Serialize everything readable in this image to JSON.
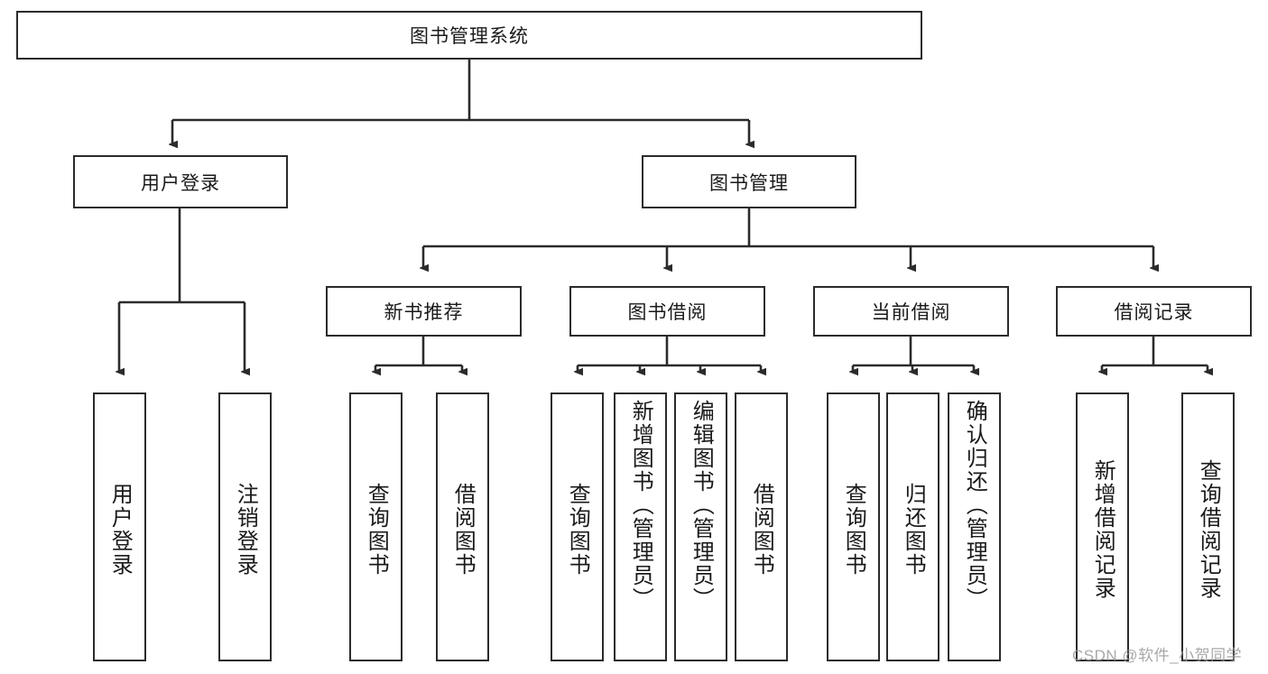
{
  "diagram": {
    "type": "tree",
    "title": "图书管理系统",
    "root": {
      "label": "图书管理系统"
    },
    "level1": [
      {
        "label": "用户登录"
      },
      {
        "label": "图书管理"
      }
    ],
    "level2": [
      {
        "label": "新书推荐"
      },
      {
        "label": "图书借阅"
      },
      {
        "label": "当前借阅"
      },
      {
        "label": "借阅记录"
      }
    ],
    "leaves": {
      "user_login": [
        {
          "label": "用户登录"
        },
        {
          "label": "注销登录"
        }
      ],
      "new_book_recommend": [
        {
          "label": "查询图书"
        },
        {
          "label": "借阅图书"
        }
      ],
      "book_borrow": [
        {
          "label": "查询图书"
        },
        {
          "label": "新增图书（管理员）"
        },
        {
          "label": "编辑图书（管理员）"
        },
        {
          "label": "借阅图书"
        }
      ],
      "current_borrow": [
        {
          "label": "查询图书"
        },
        {
          "label": "归还图书"
        },
        {
          "label": "确认归还（管理员）"
        }
      ],
      "borrow_record": [
        {
          "label": "新增借阅记录"
        },
        {
          "label": "查询借阅记录"
        }
      ]
    }
  },
  "watermark": {
    "text": "CSDN @软件_小贺同学"
  },
  "colors": {
    "stroke": "#2b2b2b",
    "background": "#ffffff",
    "text": "#1a1a1a",
    "watermark": "#9a9a9a"
  }
}
